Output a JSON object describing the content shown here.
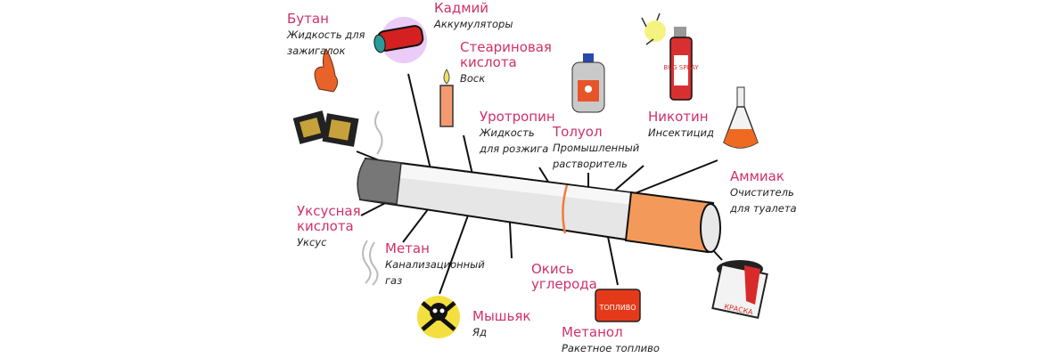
{
  "colors": {
    "label": "#d0306a",
    "filter": "#f39a5a",
    "ash": "#777777",
    "band": "#f07a40"
  },
  "items": [
    {
      "name": "Бутан",
      "desc": [
        "Жидкость для",
        "зажигалок"
      ],
      "icon": "lighter-icon"
    },
    {
      "name": "Кадмий",
      "desc": [
        "Аккумуляторы"
      ],
      "icon": "battery-icon"
    },
    {
      "name": "Стеариновая",
      "name2": "кислота",
      "desc": [
        "Воск"
      ],
      "icon": "candle-icon"
    },
    {
      "name": "Уротропин",
      "desc": [
        "Жидкость",
        "для розжига"
      ]
    },
    {
      "name": "Толуол",
      "desc": [
        "Промышленный",
        "растворитель"
      ],
      "icon": "bottle-icon"
    },
    {
      "name": "Никотин",
      "desc": [
        "Инсектицид"
      ],
      "icon": "spray-can-icon",
      "icon_text": "BUG SPRAY"
    },
    {
      "name": "Аммиак",
      "desc": [
        "Очиститель",
        "для туалета"
      ],
      "icon": "flask-icon"
    },
    {
      "name": "Уксусная",
      "name2": "кислота",
      "desc": [
        "Уксус"
      ]
    },
    {
      "name": "Метан",
      "desc": [
        "Канализационный",
        "газ"
      ],
      "icon": "fumes-icon"
    },
    {
      "name": "Окись",
      "name2": "углерода",
      "desc": []
    },
    {
      "name": "Мышьяк",
      "desc": [
        "Яд"
      ],
      "icon": "skull-icon"
    },
    {
      "name": "Метанол",
      "desc": [
        "Ракетное топливо"
      ],
      "icon": "fuel-canister-icon",
      "icon_text": "ТОПЛИВО"
    },
    {
      "name": "",
      "desc": [],
      "icon": "paint-can-icon",
      "icon_text": "КРАСКА"
    }
  ]
}
